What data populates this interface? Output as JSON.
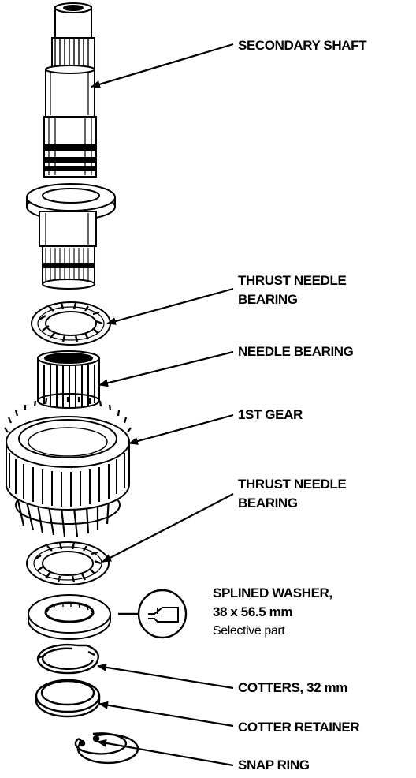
{
  "labels": {
    "secondary_shaft": "SECONDARY SHAFT",
    "thrust_needle_bearing_upper_1": "THRUST NEEDLE",
    "thrust_needle_bearing_upper_2": "BEARING",
    "needle_bearing": "NEEDLE BEARING",
    "first_gear": "1ST GEAR",
    "thrust_needle_bearing_lower_1": "THRUST NEEDLE",
    "thrust_needle_bearing_lower_2": "BEARING",
    "splined_washer_1": "SPLINED WASHER,",
    "splined_washer_2": "38 x 56.5 mm",
    "splined_washer_3": "Selective part",
    "cotters": "COTTERS, 32 mm",
    "cotter_retainer": "COTTER RETAINER",
    "snap_ring": "SNAP RING"
  },
  "colors": {
    "ink": "#000000",
    "paper": "#ffffff"
  }
}
